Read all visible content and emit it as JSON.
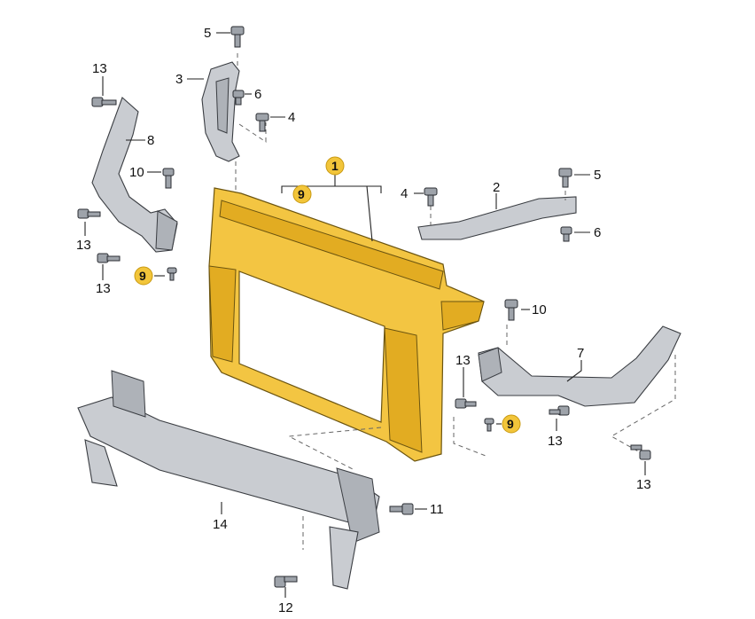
{
  "callouts": [
    {
      "key": "p5a",
      "text": "5"
    },
    {
      "key": "p3",
      "text": "3"
    },
    {
      "key": "p6a",
      "text": "6"
    },
    {
      "key": "p4a",
      "text": "4"
    },
    {
      "key": "p13a",
      "text": "13"
    },
    {
      "key": "p8",
      "text": "8"
    },
    {
      "key": "p10a",
      "text": "10"
    },
    {
      "key": "p13b",
      "text": "13"
    },
    {
      "key": "p13c",
      "text": "13"
    },
    {
      "key": "p9a",
      "text": "9",
      "highlight": true
    },
    {
      "key": "p1",
      "text": "1",
      "highlight": true
    },
    {
      "key": "p9b",
      "text": "9",
      "highlight": true
    },
    {
      "key": "p4b",
      "text": "4"
    },
    {
      "key": "p2",
      "text": "2"
    },
    {
      "key": "p5b",
      "text": "5"
    },
    {
      "key": "p6b",
      "text": "6"
    },
    {
      "key": "p10b",
      "text": "10"
    },
    {
      "key": "p7",
      "text": "7"
    },
    {
      "key": "p13d",
      "text": "13"
    },
    {
      "key": "p9c",
      "text": "9",
      "highlight": true
    },
    {
      "key": "p13e",
      "text": "13"
    },
    {
      "key": "p13f",
      "text": "13"
    },
    {
      "key": "p14",
      "text": "14"
    },
    {
      "key": "p11",
      "text": "11"
    },
    {
      "key": "p12",
      "text": "12"
    }
  ],
  "colors": {
    "highlight_badge": "#f2c53a",
    "main_part_fill": "#f3c542",
    "grey_part_fill": "#c9ccd1"
  }
}
